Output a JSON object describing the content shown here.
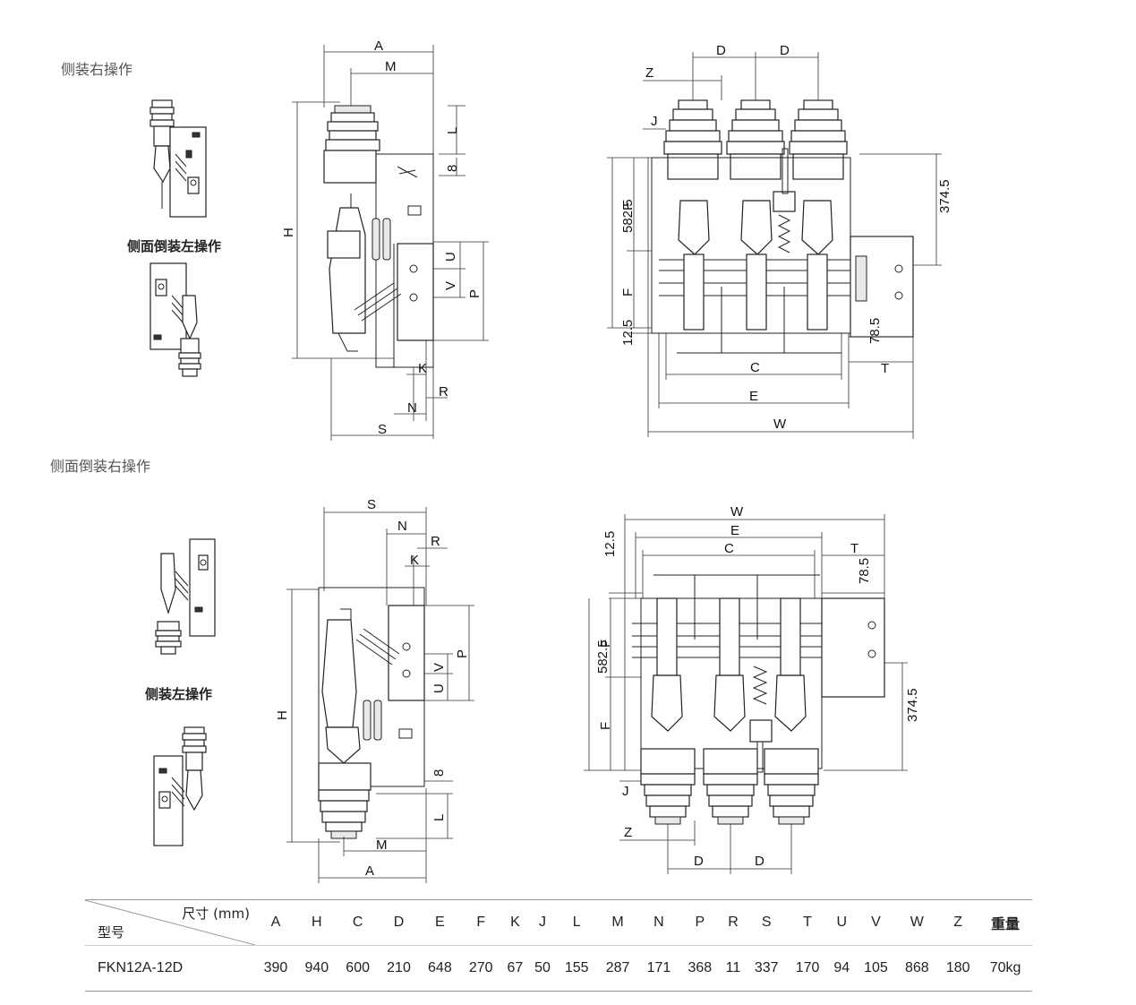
{
  "captions": {
    "top_right_op": "侧装右操作",
    "side_inverted_left_op": "侧面倒装左操作",
    "side_inverted_right_op": "侧面倒装右操作",
    "side_left_op": "侧装左操作"
  },
  "dims": {
    "A": "A",
    "M": "M",
    "L": "L",
    "H": "H",
    "U": "U",
    "V": "V",
    "P": "P",
    "K": "K",
    "R": "R",
    "N": "N",
    "S": "S",
    "D": "D",
    "Z": "Z",
    "J": "J",
    "F": "F",
    "C": "C",
    "E": "E",
    "W": "W",
    "T": "T",
    "eight": "8",
    "d582": "582.5",
    "d374": "374.5",
    "d12": "12.5",
    "d78": "78.5"
  },
  "table": {
    "corner_top": "尺寸 (mm)",
    "corner_bottom": "型号",
    "headers": [
      "A",
      "H",
      "C",
      "D",
      "E",
      "F",
      "K",
      "J",
      "L",
      "M",
      "N",
      "P",
      "R",
      "S",
      "T",
      "U",
      "V",
      "W",
      "Z",
      "重量"
    ],
    "rows": [
      {
        "model": "FKN12A-12D",
        "values": [
          "390",
          "940",
          "600",
          "210",
          "648",
          "270",
          "67",
          "50",
          "155",
          "287",
          "171",
          "368",
          "11",
          "337",
          "170",
          "94",
          "105",
          "868",
          "180",
          "70kg"
        ]
      }
    ]
  }
}
